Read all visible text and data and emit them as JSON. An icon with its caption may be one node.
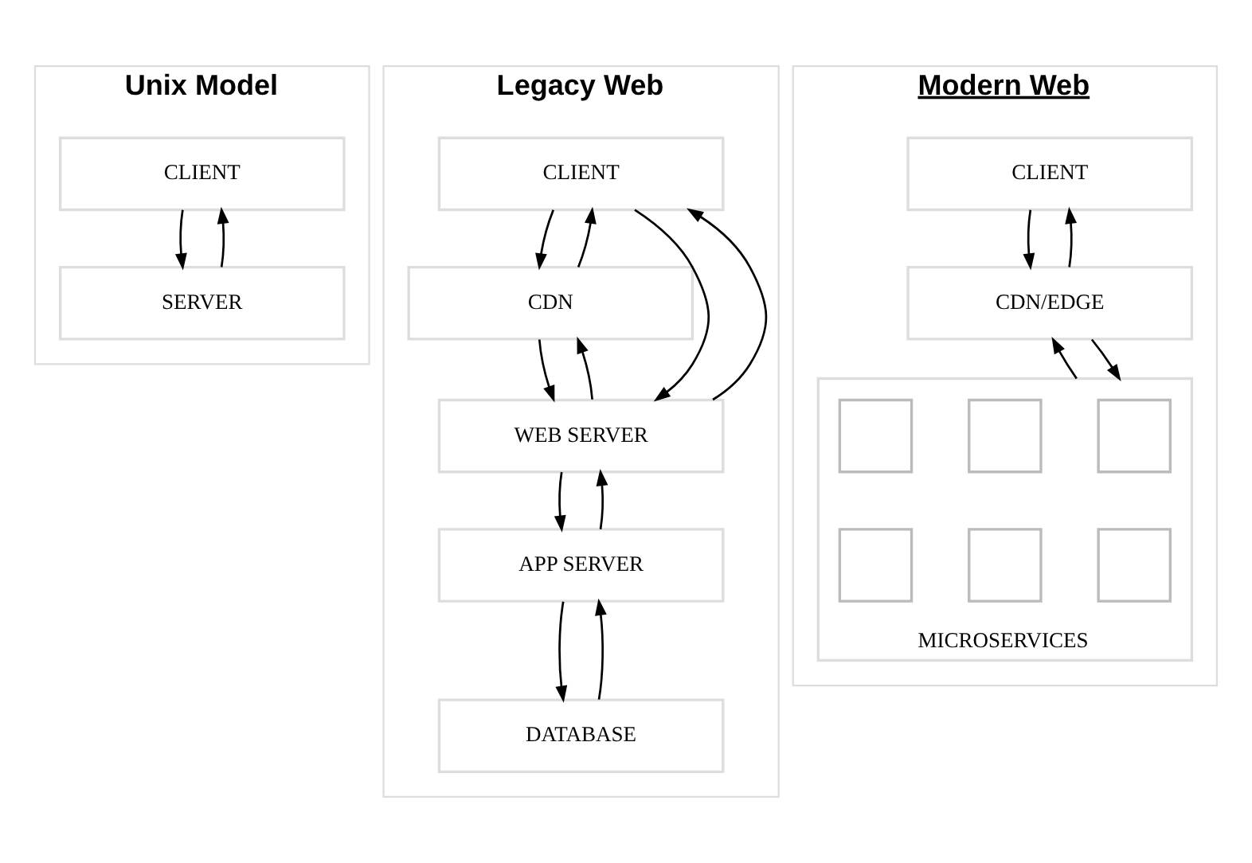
{
  "diagram": {
    "nodes": [
      {
        "text": [
          "Unix Model"
        ]
      },
      {
        "text": [
          "CLIENT"
        ],
        "in": 0
      },
      {
        "text": [
          "SERVER"
        ],
        "in": 0
      },
      {
        "text": [
          "Legacy Web"
        ]
      },
      {
        "text": [
          "CLIENT"
        ],
        "in": 3
      },
      {
        "text": [
          "CDN"
        ],
        "in": 3
      },
      {
        "text": [
          "WEB SERVER"
        ],
        "in": 3
      },
      {
        "text": [
          "APP SERVER"
        ],
        "in": 3
      },
      {
        "text": [
          "DATABASE"
        ],
        "in": 3
      },
      {
        "text": [
          "Modern Web"
        ]
      },
      {
        "text": [
          "CLIENT"
        ],
        "in": 9
      },
      {
        "text": [
          "CDN/EDGE"
        ],
        "in": 9
      },
      {
        "text": [
          "MICROSERVICES"
        ],
        "in": 9
      },
      {
        "text": [],
        "shape": "box",
        "in": 12
      },
      {
        "text": [],
        "shape": "box",
        "in": 12
      },
      {
        "text": [],
        "shape": "box",
        "in": 12
      },
      {
        "text": [],
        "shape": "box",
        "in": 12
      },
      {
        "text": [],
        "shape": "box",
        "in": 12
      },
      {
        "text": [],
        "shape": "box",
        "in": 12
      }
    ],
    "edges": [
      {
        "from": 1,
        "to": 2,
        "arrow": "to"
      },
      {
        "from": 2,
        "to": 1,
        "arrow": "to"
      },
      {
        "from": 4,
        "to": 5,
        "arrow": "to"
      },
      {
        "from": 5,
        "to": 4,
        "arrow": "to"
      },
      {
        "from": 4,
        "to": 6,
        "arrow": "to"
      },
      {
        "from": 6,
        "to": 4,
        "arrow": "to"
      },
      {
        "from": 5,
        "to": 6,
        "arrow": "to"
      },
      {
        "from": 6,
        "to": 5,
        "arrow": "to"
      },
      {
        "from": 6,
        "to": 7,
        "arrow": "to"
      },
      {
        "from": 7,
        "to": 6,
        "arrow": "to"
      },
      {
        "from": 7,
        "to": 8,
        "arrow": "to"
      },
      {
        "from": 8,
        "to": 7,
        "arrow": "to"
      },
      {
        "from": 10,
        "to": 11,
        "arrow": "to"
      },
      {
        "from": 11,
        "to": 10,
        "arrow": "to"
      },
      {
        "from": 11,
        "to": 12,
        "arrow": "to"
      },
      {
        "from": 12,
        "to": 11,
        "arrow": "to"
      }
    ]
  }
}
